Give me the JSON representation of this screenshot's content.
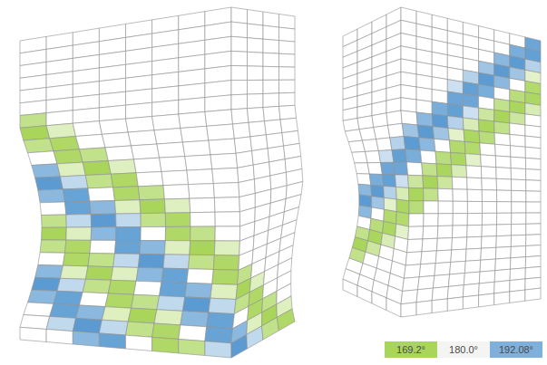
{
  "diagram": {
    "legend": [
      {
        "text": "169.2°",
        "color": "#a9d55b"
      },
      {
        "text": "180.0°",
        "color": "#f4f4f2"
      },
      {
        "text": "192.08°",
        "color": "#7fb0dc"
      }
    ]
  }
}
